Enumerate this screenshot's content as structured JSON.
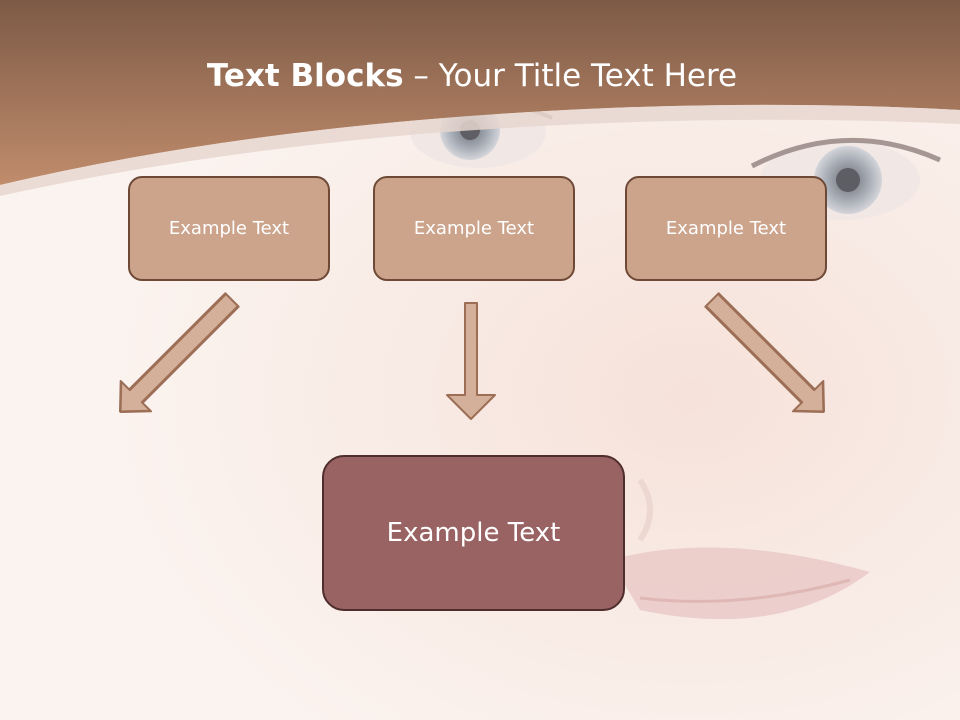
{
  "slide": {
    "title_bold": "Text Blocks",
    "title_dash": " – ",
    "title_rest": "Your Title Text Here"
  },
  "blocks": {
    "left": "Example Text",
    "center": "Example Text",
    "right": "Example Text",
    "main": "Example Text"
  },
  "colors": {
    "header_band": "#a87656",
    "small_block_fill": "#cca48c",
    "small_block_border": "#6e4a36",
    "main_block_fill": "#986362",
    "main_block_border": "#4e2d2c",
    "arrow_fill": "#d4b09a",
    "arrow_stroke": "#9c6e56"
  }
}
